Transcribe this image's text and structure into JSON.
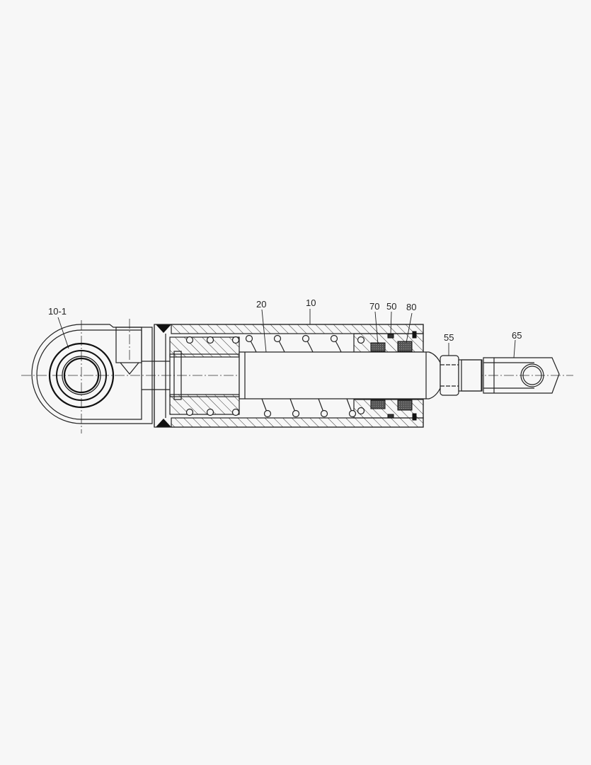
{
  "diagram": {
    "type": "mechanical cross-section drawing",
    "subject": "spring-return hydraulic cylinder",
    "background_color": "#f7f7f7",
    "line_color": "#222222",
    "callouts": [
      {
        "id": "c1",
        "label": "10-1",
        "part": "eye bearing / bushing"
      },
      {
        "id": "c2",
        "label": "20",
        "part": "piston rod"
      },
      {
        "id": "c3",
        "label": "10",
        "part": "cylinder tube"
      },
      {
        "id": "c4",
        "label": "70",
        "part": "rod seal"
      },
      {
        "id": "c5",
        "label": "50",
        "part": "o-ring"
      },
      {
        "id": "c6",
        "label": "80",
        "part": "wiper seal"
      },
      {
        "id": "c7",
        "label": "55",
        "part": "lock nut"
      },
      {
        "id": "c8",
        "label": "65",
        "part": "rod clevis"
      }
    ]
  }
}
